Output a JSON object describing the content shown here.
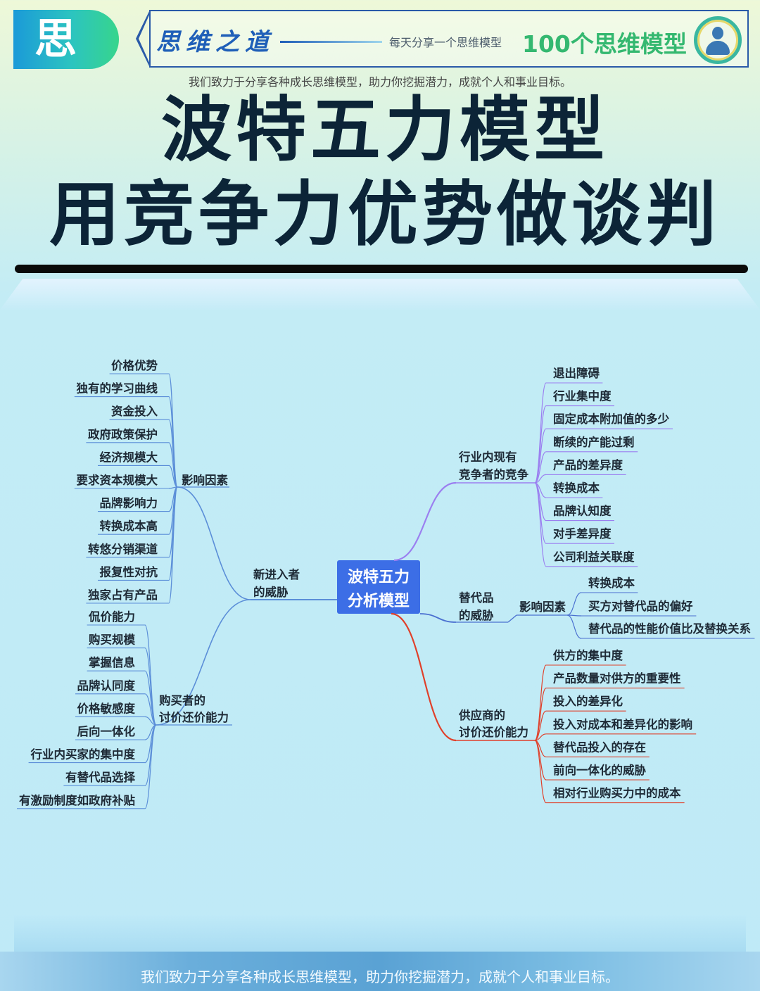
{
  "header": {
    "badge": "思",
    "brand": "思维之道",
    "daily": "每天分享一个思维模型",
    "hundred": "100个思维模型",
    "tagline": "我们致力于分享各种成长思维模型，助力你挖掘潜力，成就个人和事业目标。",
    "title_line1": "波特五力模型",
    "title_line2": "用竞争力优势做谈判"
  },
  "diagram": {
    "center": [
      "波特五力",
      "分析模型"
    ],
    "new_entrants": {
      "label": [
        "新进入者",
        "的威胁"
      ],
      "factor_label": "影响因素",
      "factors": [
        "价格优势",
        "独有的学习曲线",
        "资金投入",
        "政府政策保护",
        "经济规模大",
        "要求资本规模大",
        "品牌影响力",
        "转换成本高",
        "转悠分销渠道",
        "报复性对抗",
        "独家占有产品"
      ]
    },
    "buyers": {
      "label": [
        "购买者的",
        "讨价还价能力"
      ],
      "items": [
        "侃价能力",
        "购买规模",
        "掌握信息",
        "品牌认同度",
        "价格敏感度",
        "后向一体化",
        "行业内买家的集中度",
        "有替代品选择",
        "有激励制度如政府补贴"
      ]
    },
    "rivalry": {
      "label": [
        "行业内现有",
        "竞争者的竞争"
      ],
      "items": [
        "退出障碍",
        "行业集中度",
        "固定成本附加值的多少",
        "断续的产能过剩",
        "产品的差异度",
        "转换成本",
        "品牌认知度",
        "对手差异度",
        "公司利益关联度"
      ]
    },
    "substitutes": {
      "label": [
        "替代品",
        "的威胁"
      ],
      "factor_label": "影响因素",
      "items": [
        "转换成本",
        "买方对替代品的偏好",
        "替代品的性能价值比及替换关系"
      ]
    },
    "suppliers": {
      "label": [
        "供应商的",
        "讨价还价能力"
      ],
      "items": [
        "供方的集中度",
        "产品数量对供方的重要性",
        "投入的差异化",
        "投入对成本和差异化的影响",
        "替代品投入的存在",
        "前向一体化的威胁",
        "相对行业购买力中的成本"
      ]
    }
  },
  "footer": {
    "tagline": "我们致力于分享各种成长思维模型，助力你挖掘潜力，成就个人和事业目标。"
  },
  "colors": {
    "center_box": "#3c6ee6",
    "left_branch": "#5b8ed8",
    "rivalry_branch": "#9b7ff0",
    "substitute_branch": "#4a6fd0",
    "supplier_branch": "#e0402a"
  }
}
